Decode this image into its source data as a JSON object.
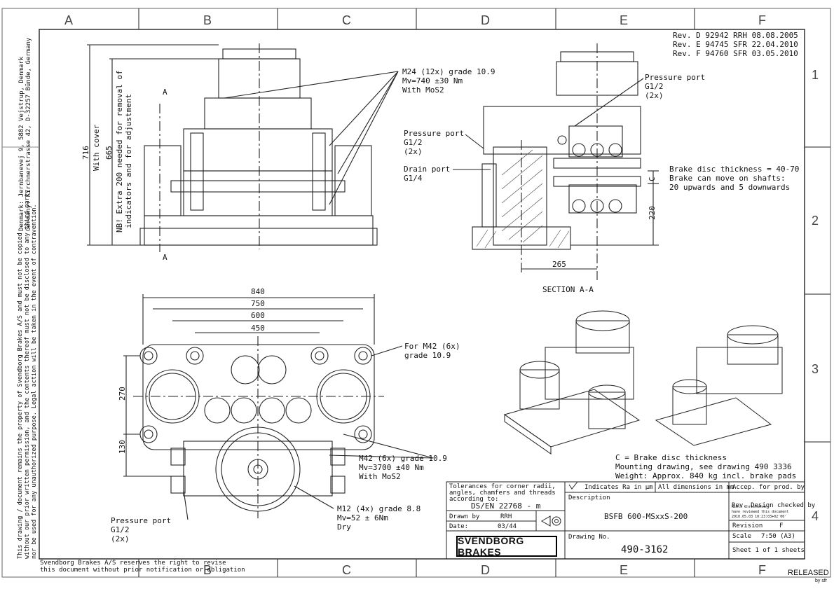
{
  "zones": {
    "columns": [
      "A",
      "B",
      "C",
      "D",
      "E",
      "F"
    ],
    "rows": [
      "1",
      "2",
      "3",
      "4"
    ]
  },
  "revisions": [
    "Rev. D 92942 RRH 08.08.2005",
    "Rev. E 94745 SFR 22.04.2010",
    "Rev. F 94760 SFR 03.05.2010"
  ],
  "side_margin": {
    "address_1": "Denmark: Jernbanevej 9, 5882 Vejstrup, Denmark",
    "address_2": "Germany: Kirchnerstrasse 42, D-32257 Bünde, Germany",
    "copyright_1": "This drawing / document remains the property of Svendborg Brakes A/S and must not be copied",
    "copyright_2": "without our prior written permission, and the contents thereof must not be disclosed to any third party,",
    "copyright_3": "nor be used for any unauthorized purpose. Legal action will be taken in the event of contravention."
  },
  "front_view": {
    "section_mark_a": "A",
    "dim_716": "716",
    "dim_with_cover": "With cover",
    "dim_665": "665",
    "note_1": "NB! Extra 200 needed for removal of",
    "note_2": "indicators and for adjustment",
    "callout_m24": [
      "M24 (12x) grade 10.9",
      "Mv=740 ±30 Nm",
      "With MoS2"
    ]
  },
  "section_view": {
    "pressure_port_top": [
      "Pressure port",
      "G1/2",
      "(2x)"
    ],
    "pressure_port_left": [
      "Pressure port",
      "G1/2",
      "(2x)"
    ],
    "drain_port": [
      "Drain port",
      "G1/4"
    ],
    "brake_disc": [
      "Brake disc thickness = 40-70",
      "Brake can move on shafts:",
      "20 upwards and 5 downwards"
    ],
    "dim_c": "C",
    "dim_220": "220",
    "dim_265": "265",
    "title": "SECTION  A-A"
  },
  "top_view": {
    "dim_840": "840",
    "dim_750": "750",
    "dim_600": "600",
    "dim_450": "450",
    "dim_270": "270",
    "dim_130": "130",
    "callout_m42_top": [
      "For M42 (6x)",
      "grade 10.9"
    ],
    "callout_m42": [
      "M42 (6x) grade 10.9",
      "Mv=3700 ±40 Nm",
      "With MoS2"
    ],
    "callout_m12": [
      "M12 (4x) grade 8.8",
      "Mv=52 ± 6Nm",
      "Dry"
    ],
    "pressure_port": [
      "Pressure port",
      "G1/2",
      "(2x)"
    ]
  },
  "notes": [
    "C = Brake disc thickness",
    "Mounting drawing, see drawing 490 3336",
    "Weight: Approx. 840 kg incl. brake pads"
  ],
  "title_block": {
    "tolerances": [
      "Tolerances for corner radii,",
      "angles, chamfers and threads",
      "according to:"
    ],
    "standard": "DS/EN 22768 - m",
    "indicates": "Indicates Ra in µm",
    "all_dims": "All dimensions in mm",
    "accep": "Accep. for prod. by",
    "description_label": "Description",
    "description": "BSFB 600-MSxxS-200",
    "drawn_by_label": "Drawn by",
    "drawn_by": "RRH",
    "date_label": "Date:",
    "date": "03/44",
    "checked_label": "Rev. Design checked by",
    "checked_stamp": [
      "Niels Christensen",
      "have reviewed this document",
      "2010.05.03 10:23:03+02'00'"
    ],
    "revision_label": "Revision",
    "revision": "F",
    "scale_label": "Scale",
    "scale": "7:50 (A3)",
    "drawing_no_label": "Drawing No.",
    "drawing_no": "490-3162",
    "sheet": "Sheet 1 of 1 sheets",
    "logo": "SVENDBORG BRAKES"
  },
  "footer": {
    "reserve_1": "Svendborg Brakes A/S reserves the right to revise",
    "reserve_2": "this document without prior notification or obligation",
    "released": "RELEASED",
    "released_by": "by sfr"
  }
}
